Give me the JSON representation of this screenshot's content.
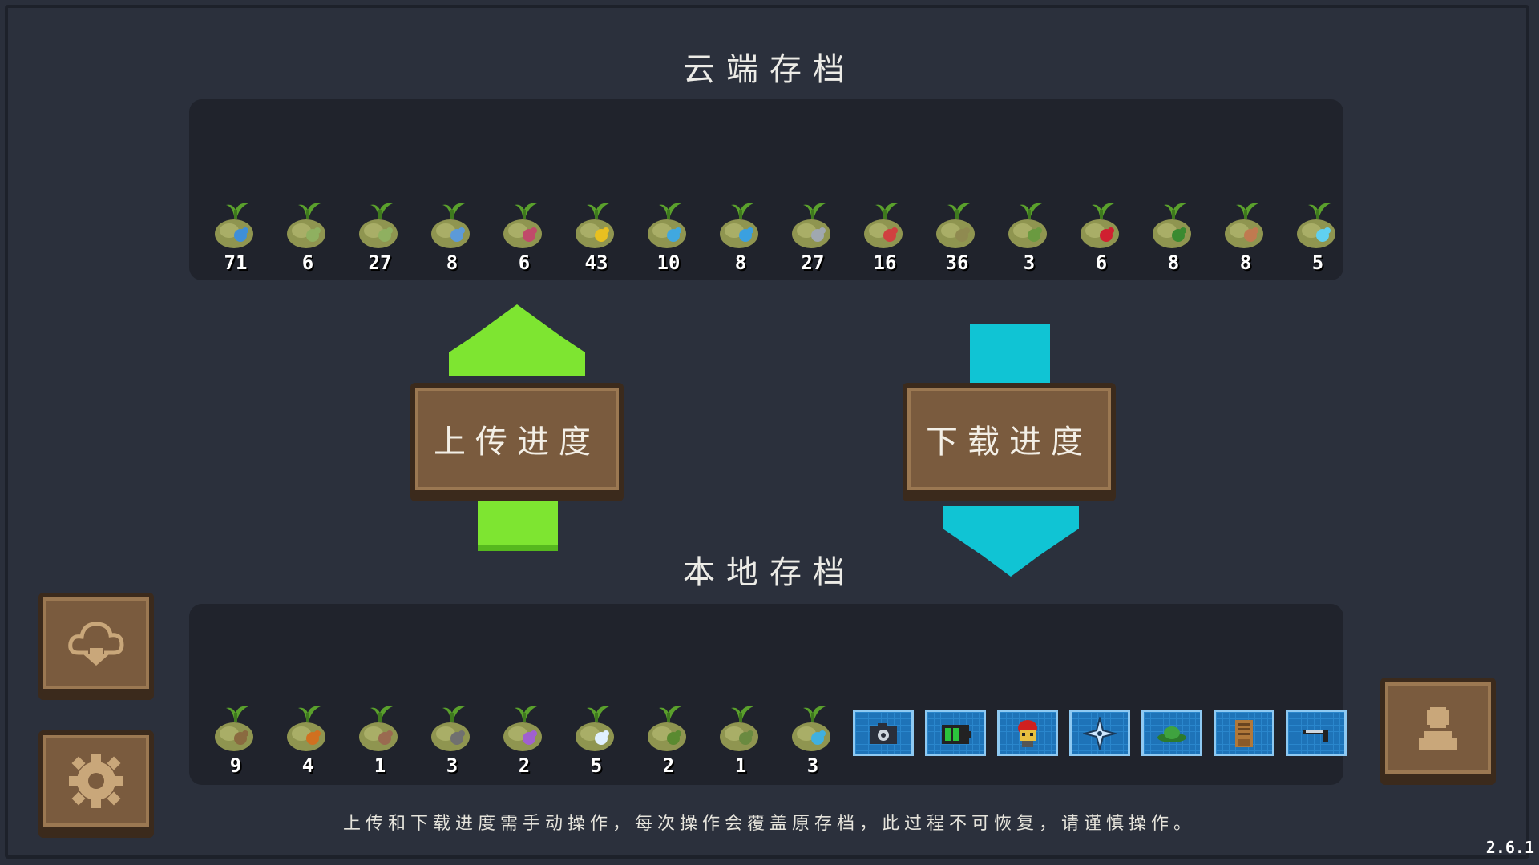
{
  "cloud": {
    "title": "云端存档",
    "seeds": [
      {
        "count": "71",
        "accent": "#3f8fd8"
      },
      {
        "count": "6",
        "accent": "#8fb060"
      },
      {
        "count": "27",
        "accent": "#8fb060"
      },
      {
        "count": "8",
        "accent": "#5c9ad8"
      },
      {
        "count": "6",
        "accent": "#c04a6a"
      },
      {
        "count": "43",
        "accent": "#e8c020"
      },
      {
        "count": "10",
        "accent": "#40a8e0"
      },
      {
        "count": "8",
        "accent": "#3aa0e0"
      },
      {
        "count": "27",
        "accent": "#a0a8b0"
      },
      {
        "count": "16",
        "accent": "#d04040"
      },
      {
        "count": "36",
        "accent": "#8f8a50"
      },
      {
        "count": "3",
        "accent": "#6a9a40"
      },
      {
        "count": "6",
        "accent": "#d02030"
      },
      {
        "count": "8",
        "accent": "#3a8a30"
      },
      {
        "count": "8",
        "accent": "#c07a50"
      },
      {
        "count": "5",
        "accent": "#60d0f0"
      }
    ]
  },
  "local": {
    "title": "本地存档",
    "seeds": [
      {
        "count": "9",
        "accent": "#8a6a40"
      },
      {
        "count": "4",
        "accent": "#d07020"
      },
      {
        "count": "1",
        "accent": "#9a6a50"
      },
      {
        "count": "3",
        "accent": "#707070"
      },
      {
        "count": "2",
        "accent": "#a060d0"
      },
      {
        "count": "5",
        "accent": "#e0f0ff"
      },
      {
        "count": "2",
        "accent": "#5a8a30"
      },
      {
        "count": "1",
        "accent": "#6a8a40"
      },
      {
        "count": "3",
        "accent": "#40b0e0"
      }
    ],
    "items": [
      {
        "icon": "camera-icon"
      },
      {
        "icon": "battery-icon"
      },
      {
        "icon": "helmet-icon"
      },
      {
        "icon": "shuriken-icon"
      },
      {
        "icon": "hat-icon"
      },
      {
        "icon": "cabinet-icon"
      },
      {
        "icon": "gun-icon"
      }
    ]
  },
  "buttons": {
    "upload": "上传进度",
    "download": "下载进度"
  },
  "colors": {
    "upload_arrow": "#7ee531",
    "download_arrow": "#10c4d4",
    "wood": "#7a5b3e"
  },
  "note": "上传和下载进度需手动操作，每次操作会覆盖原存档，此过程不可恢复，请谨慎操作。",
  "version": "2.6.1"
}
